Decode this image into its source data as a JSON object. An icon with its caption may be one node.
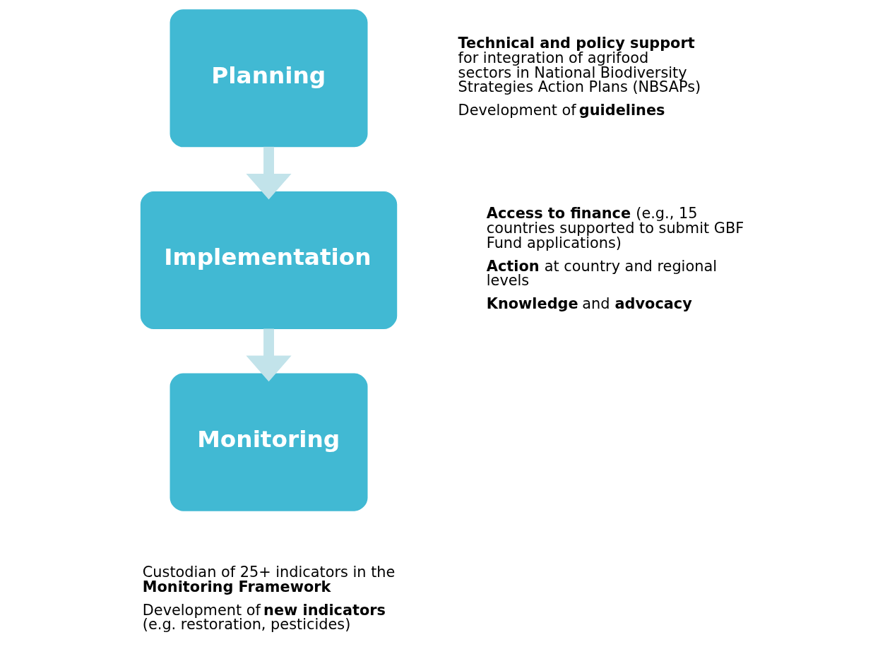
{
  "diagram": {
    "nodes": [
      {
        "text": [
          "Planning"
        ],
        "beside": [
          "**Technical and policy support** for integration of agrifood sectors in National Biodiversity Strategies Action Plans (NBSAPs)",
          "Development of **guidelines**"
        ]
      },
      {
        "text": [
          "Implementation"
        ],
        "beside": [
          "**Access to finance** (e.g., 15 countries supported to submit GBF Fund applications)",
          "**Action** at country and regional levels",
          "**Knowledge** and **advocacy**"
        ]
      },
      {
        "text": [
          "Monitoring"
        ],
        "beside": [
          "Custodian of 25+ indicators in the **Monitoring Framework**",
          "Development of **new indicators** (e.g. restoration, pesticides)"
        ]
      }
    ],
    "edges": [
      {
        "from": 0,
        "to": 1,
        "arrow": "to",
        "color": "#c2e3ea"
      },
      {
        "from": 1,
        "to": 2,
        "arrow": "to",
        "color": "#c2e3ea"
      }
    ]
  }
}
